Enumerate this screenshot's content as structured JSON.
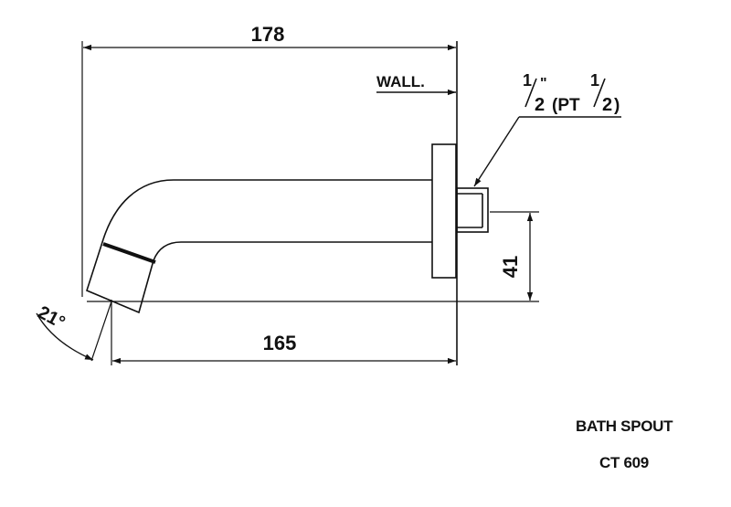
{
  "dimensions": {
    "overall_length": "178",
    "projection_length": "165",
    "height": "41",
    "angle": "21°"
  },
  "labels": {
    "wall": "WALL.",
    "thread_frac_num": "1",
    "thread_frac_den": "2",
    "thread_inch": "\"",
    "thread_open": "(PT",
    "thread_close": ")"
  },
  "caption": {
    "product_name": "BATH SPOUT",
    "model": "CT 609"
  },
  "colors": {
    "line": "#111111",
    "background": "#ffffff"
  }
}
